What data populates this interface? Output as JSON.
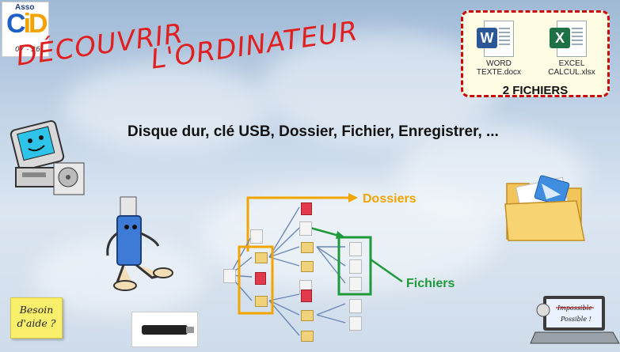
{
  "logo": {
    "top": "Asso",
    "main_c": "C",
    "main_id": "iD",
    "year": "07 - 26"
  },
  "title": {
    "line1": "DÉCOUVRIR",
    "line2": "L'ORDINATEUR"
  },
  "subtitle": "Disque dur, clé USB, Dossier, Fichier, Enregistrer, ...",
  "files_panel": {
    "word": {
      "badge": "W",
      "name1": "WORD",
      "name2": "TEXTE.docx",
      "color": "#2b5797"
    },
    "excel": {
      "badge": "X",
      "name1": "EXCEL",
      "name2": "CALCUL.xlsx",
      "color": "#1e7145"
    },
    "count": "2 FICHIERS"
  },
  "diagram": {
    "dossiers": "Dossiers",
    "fichiers": "Fichiers",
    "dossiers_color": "#f2a500",
    "fichiers_color": "#1e9a3a"
  },
  "help": {
    "line1": "Besoin",
    "line2": "d'aide ?"
  },
  "laptop_screen": {
    "line1": "Impossible",
    "line2": "Possible !"
  },
  "icons": [
    "computer-mascot-icon",
    "usb-key-mascot-icon",
    "open-folder-icon",
    "usb-stick-icon",
    "laptop-icon"
  ]
}
